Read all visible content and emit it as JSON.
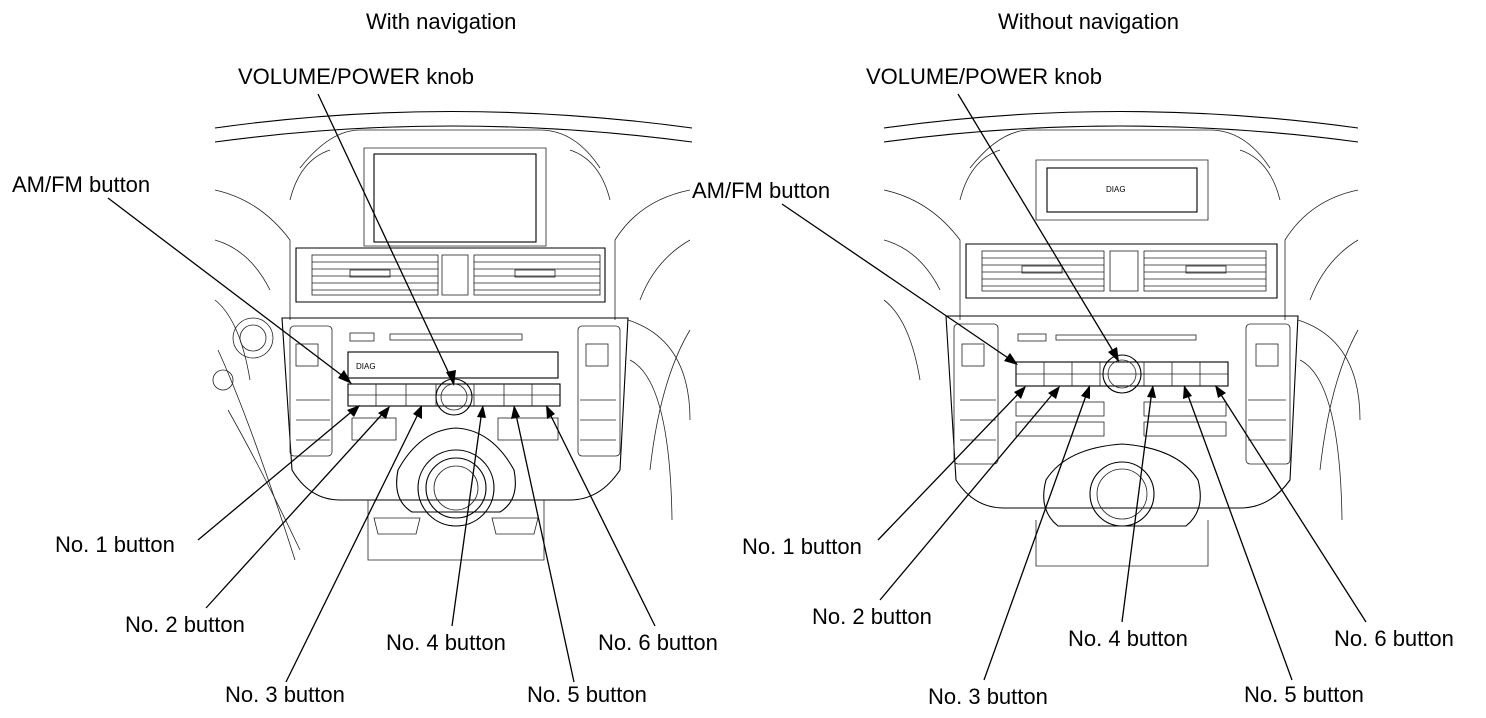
{
  "panels": [
    {
      "id": "with-nav",
      "title": "With navigation",
      "volume_label": "VOLUME/POWER knob",
      "amfm_label": "AM/FM button",
      "display_text": "DIAG",
      "buttons": [
        "No. 1 button",
        "No. 2 button",
        "No. 3 button",
        "No. 4 button",
        "No. 5 button",
        "No. 6 button"
      ]
    },
    {
      "id": "without-nav",
      "title": "Without navigation",
      "volume_label": "VOLUME/POWER knob",
      "amfm_label": "AM/FM button",
      "display_text": "DIAG",
      "buttons": [
        "No. 1 button",
        "No. 2 button",
        "No. 3 button",
        "No. 4 button",
        "No. 5 button",
        "No. 6 button"
      ]
    }
  ]
}
